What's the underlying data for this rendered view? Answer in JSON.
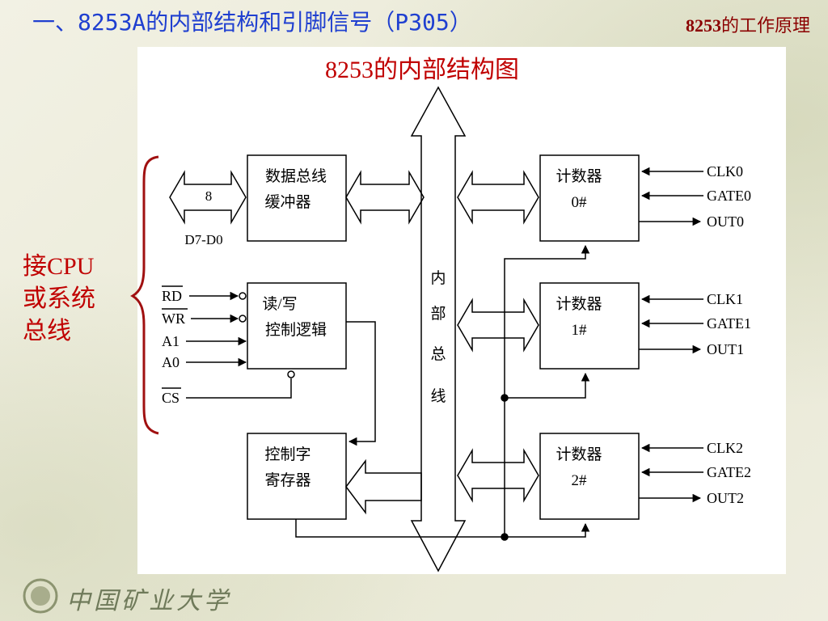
{
  "slide": {
    "title": "一、8253A的内部结构和引脚信号（P305）",
    "top_link": {
      "bold": "8253",
      "rest": "的工作原理"
    },
    "cpu_note": [
      "接CPU",
      "或系统",
      "总线"
    ],
    "footer": "中国矿业大学"
  },
  "diagram": {
    "title": "8253的内部结构图",
    "data_bus": {
      "width_label": "8",
      "label": "D7-D0"
    },
    "blocks": {
      "buffer": [
        "数据总线",
        "缓冲器"
      ],
      "rw_logic": [
        "读/写",
        "控制逻辑"
      ],
      "ctrl_reg": [
        "控制字",
        "寄存器"
      ],
      "counter0": [
        "计数器",
        "0#"
      ],
      "counter1": [
        "计数器",
        "1#"
      ],
      "counter2": [
        "计数器",
        "2#"
      ]
    },
    "internal_bus": [
      "内",
      "部",
      "总",
      "线"
    ],
    "control_signals": [
      "RD",
      "WR",
      "A1",
      "A0",
      "CS"
    ],
    "counter_signals": {
      "counter0": [
        "CLK0",
        "GATE0",
        "OUT0"
      ],
      "counter1": [
        "CLK1",
        "GATE1",
        "OUT1"
      ],
      "counter2": [
        "CLK2",
        "GATE2",
        "OUT2"
      ]
    }
  }
}
